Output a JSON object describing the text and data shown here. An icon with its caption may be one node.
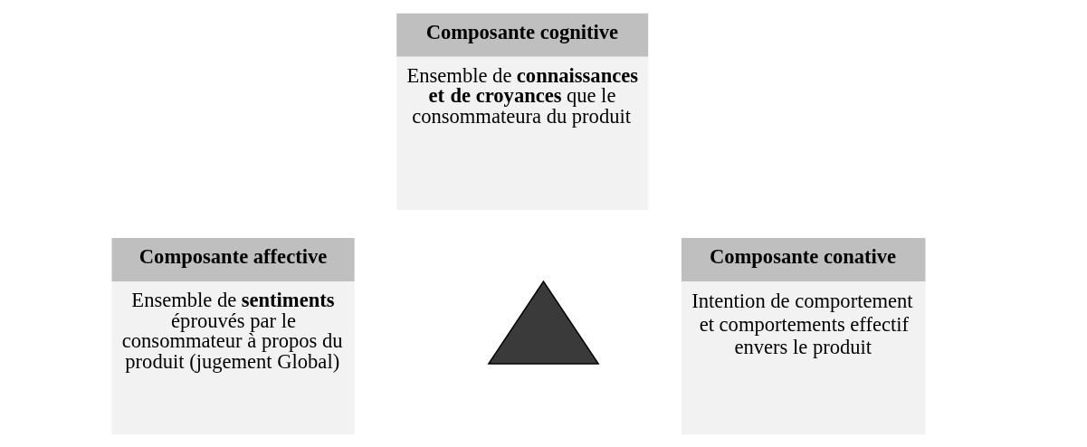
{
  "diagram": {
    "nodes": [
      {
        "text": [
          "Composante cognitive",
          "Ensemble de **connaissances et de croyances** que le consommateura du produit"
        ]
      },
      {
        "text": [
          "Composante affective",
          "Ensemble de **sentiments** éprouvés par le consommateur à propos du produit (jugement Global)"
        ]
      },
      {
        "text": [
          "Composante conative",
          "Intention de comportement et comportements effectif envers le produit"
        ]
      },
      {
        "text": [],
        "shape": "arrow"
      }
    ]
  }
}
